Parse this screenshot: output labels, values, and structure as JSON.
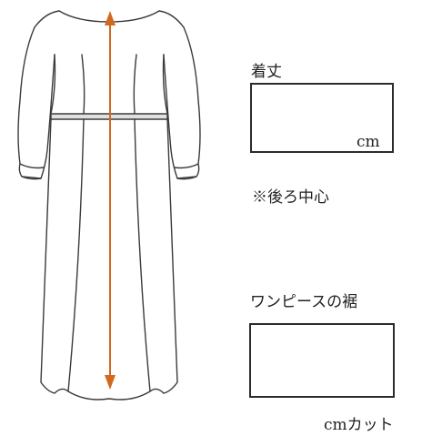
{
  "length_section": {
    "label": "着丈",
    "unit": "cm",
    "note": "※後ろ中心"
  },
  "hem_section": {
    "label": "ワンピースの裾",
    "unit": "cmカット"
  },
  "colors": {
    "arrow": "#d2691e",
    "outline": "#3a3a3a"
  }
}
